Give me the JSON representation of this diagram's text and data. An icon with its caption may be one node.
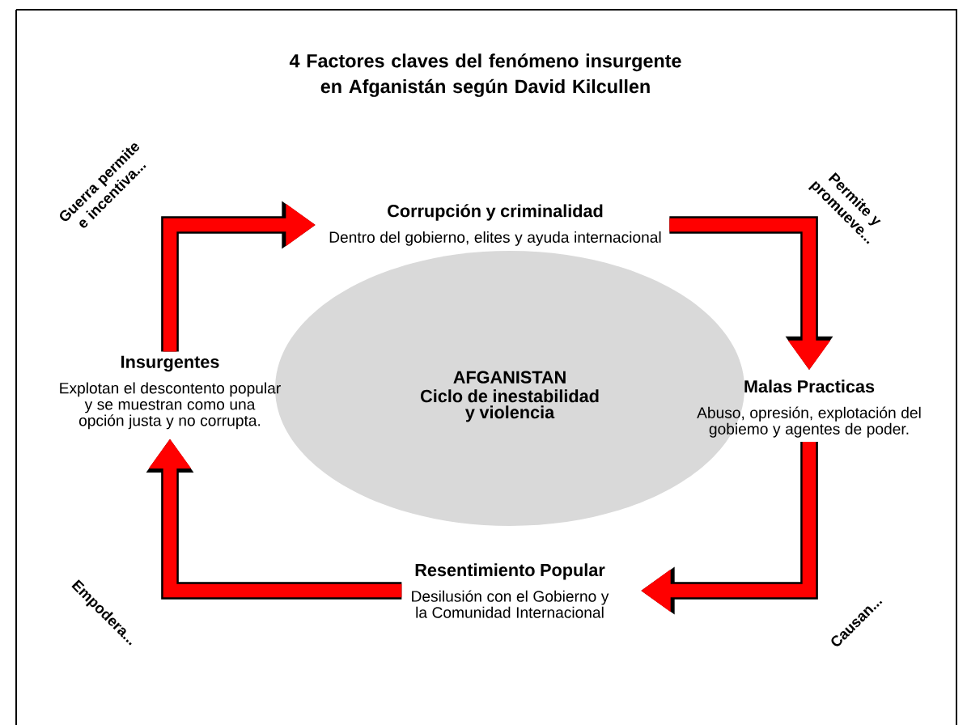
{
  "diagram": {
    "title": "4 Factores claves del fenómeno insurgente en Afganistán según David Kilcullen",
    "nodes": [
      {
        "text": [
          "AFGANISTAN",
          "Ciclo de inestabilidad y violencia"
        ]
      },
      {
        "text": [
          "Corrupción y criminalidad",
          "Dentro del gobierno, elites y ayuda internacional"
        ]
      },
      {
        "text": [
          "Malas Practicas",
          "Abuso, opresión, explotación del gobiemo y agentes de poder."
        ]
      },
      {
        "text": [
          "Resentimiento Popular",
          "Desilusión con el Gobierno y la Comunidad Internacional"
        ]
      },
      {
        "text": [
          "Insurgentes",
          "Explotan el descontento popular y se muestran como una opción justa y no corrupta."
        ]
      }
    ],
    "edges": [
      {
        "from": 4,
        "to": 1,
        "arrow": "to",
        "label": "Guerra permite e incentiva..."
      },
      {
        "from": 1,
        "to": 2,
        "arrow": "to",
        "label": "Permite y promueve..."
      },
      {
        "from": 2,
        "to": 3,
        "arrow": "to",
        "label": "Causan..."
      },
      {
        "from": 3,
        "to": 4,
        "arrow": "to",
        "label": "Empodera..."
      }
    ]
  }
}
